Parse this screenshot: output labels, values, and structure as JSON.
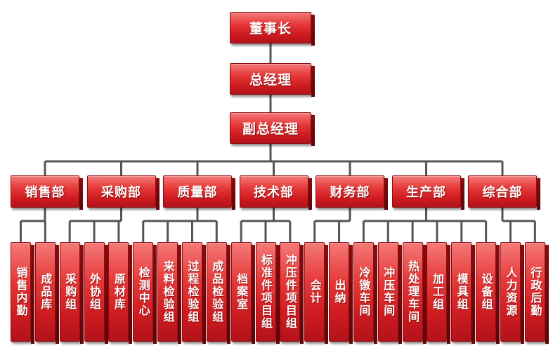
{
  "root": "董事长",
  "level2": "总经理",
  "level3": "副总经理",
  "departments": [
    {
      "name": "销售部",
      "teams": [
        "销售内勤",
        "成品库"
      ]
    },
    {
      "name": "采购部",
      "teams": [
        "采购组",
        "外协组",
        "原材库"
      ]
    },
    {
      "name": "质量部",
      "teams": [
        "检测中心",
        "来料检验组",
        "过程检验组",
        "成品检验组"
      ]
    },
    {
      "name": "技术部",
      "teams": [
        "档案室",
        "标准件项目组",
        "冲压件项目组"
      ]
    },
    {
      "name": "财务部",
      "teams": [
        "会计",
        "出纳"
      ]
    },
    {
      "name": "生产部",
      "teams": [
        "冷镦车间",
        "冲压车间",
        "热处理车间",
        "加工组",
        "模具组",
        "设备组"
      ]
    },
    {
      "name": "综合部",
      "teams": [
        "人力资源",
        "行政后勤"
      ]
    }
  ],
  "colors": {
    "box": "#d01d22",
    "line": "#555555"
  }
}
